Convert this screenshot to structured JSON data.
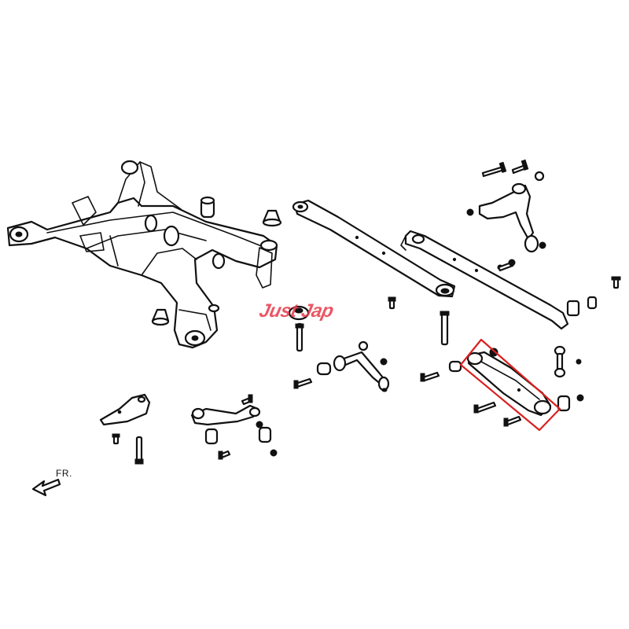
{
  "diagram": {
    "direction_label": "FR.",
    "watermark_text": "Just Jap",
    "highlight_color": "#d92020",
    "watermark_color": "#e63a4a",
    "line_color": "#111111",
    "highlighted_part": "rear-lower-lateral-arm"
  }
}
